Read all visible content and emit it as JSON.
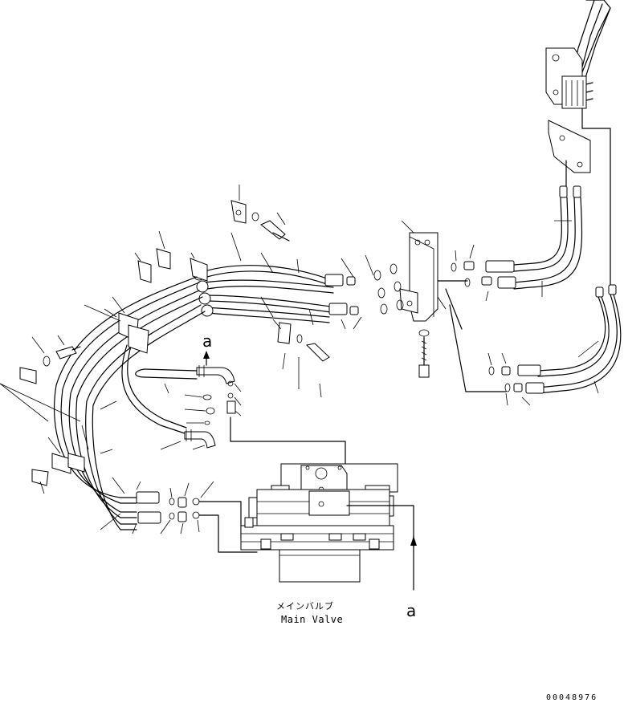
{
  "labels": {
    "main_valve_jp": "メインバルブ",
    "main_valve_en": "Main Valve",
    "marker_a_1": "a",
    "marker_a_2": "a",
    "drawing_id": "00048976"
  }
}
